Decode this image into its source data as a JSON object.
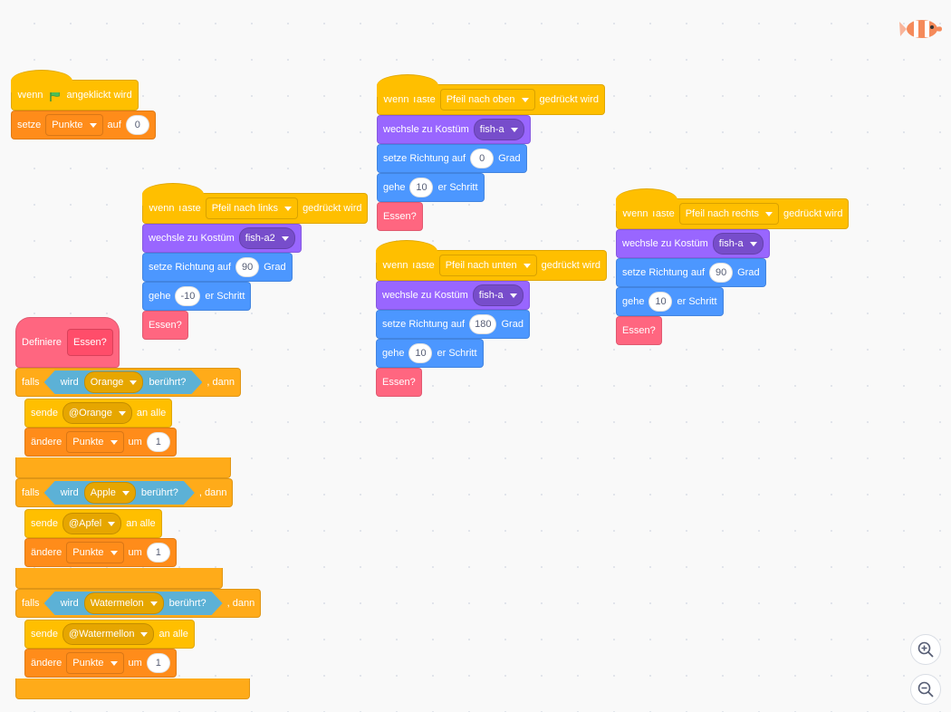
{
  "scripts": {
    "flag": {
      "when": "Wenn",
      "clicked": "angeklickt wird",
      "set": "setze",
      "var": "Punkte",
      "to": "auf",
      "value": "0"
    },
    "up": {
      "when": "Wenn Taste",
      "key": "Pfeil nach oben",
      "pressed": "gedrückt wird",
      "costume_label": "wechsle zu Kostüm",
      "costume": "fish-a",
      "dir_label": "setze Richtung auf",
      "dir": "0",
      "deg": "Grad",
      "move": "gehe",
      "steps": "10",
      "steps_label": "er Schritt",
      "eat": "Essen?"
    },
    "left": {
      "when": "Wenn Taste",
      "key": "Pfeil nach links",
      "pressed": "gedrückt wird",
      "costume_label": "wechsle zu Kostüm",
      "costume": "fish-a2",
      "dir_label": "setze Richtung auf",
      "dir": "90",
      "deg": "Grad",
      "move": "gehe",
      "steps": "-10",
      "steps_label": "er Schritt",
      "eat": "Essen?"
    },
    "down": {
      "when": "Wenn Taste",
      "key": "Pfeil nach unten",
      "pressed": "gedrückt wird",
      "costume_label": "wechsle zu Kostüm",
      "costume": "fish-a",
      "dir_label": "setze Richtung auf",
      "dir": "180",
      "deg": "Grad",
      "move": "gehe",
      "steps": "10",
      "steps_label": "er Schritt",
      "eat": "Essen?"
    },
    "right": {
      "when": "Wenn Taste",
      "key": "Pfeil nach rechts",
      "pressed": "gedrückt wird",
      "costume_label": "wechsle zu Kostüm",
      "costume": "fish-a",
      "dir_label": "setze Richtung auf",
      "dir": "90",
      "deg": "Grad",
      "move": "gehe",
      "steps": "10",
      "steps_label": "er Schritt",
      "eat": "Essen?"
    }
  },
  "define": {
    "label": "Definiere",
    "name": "Essen?",
    "ifs": [
      {
        "if": "falls",
        "touch": "wird",
        "target": "Orange",
        "touched": "berührt?",
        "then": ", dann",
        "send": "sende",
        "msg": "@Orange",
        "all": "an alle",
        "change": "ändere",
        "var": "Punkte",
        "by": "um",
        "amount": "1"
      },
      {
        "if": "falls",
        "touch": "wird",
        "target": "Apple",
        "touched": "berührt?",
        "then": ", dann",
        "send": "sende",
        "msg": "@Apfel",
        "all": "an alle",
        "change": "ändere",
        "var": "Punkte",
        "by": "um",
        "amount": "1"
      },
      {
        "if": "falls",
        "touch": "wird",
        "target": "Watermelon",
        "touched": "berührt?",
        "then": ", dann",
        "send": "sende",
        "msg": "@Watermellon",
        "all": "an alle",
        "change": "ändere",
        "var": "Punkte",
        "by": "um",
        "amount": "1"
      }
    ]
  },
  "icons": {
    "flag": "green-flag-icon",
    "sprite": "clownfish-sprite-icon",
    "zoom_in": "zoom-in-icon",
    "zoom_out": "zoom-out-icon"
  }
}
